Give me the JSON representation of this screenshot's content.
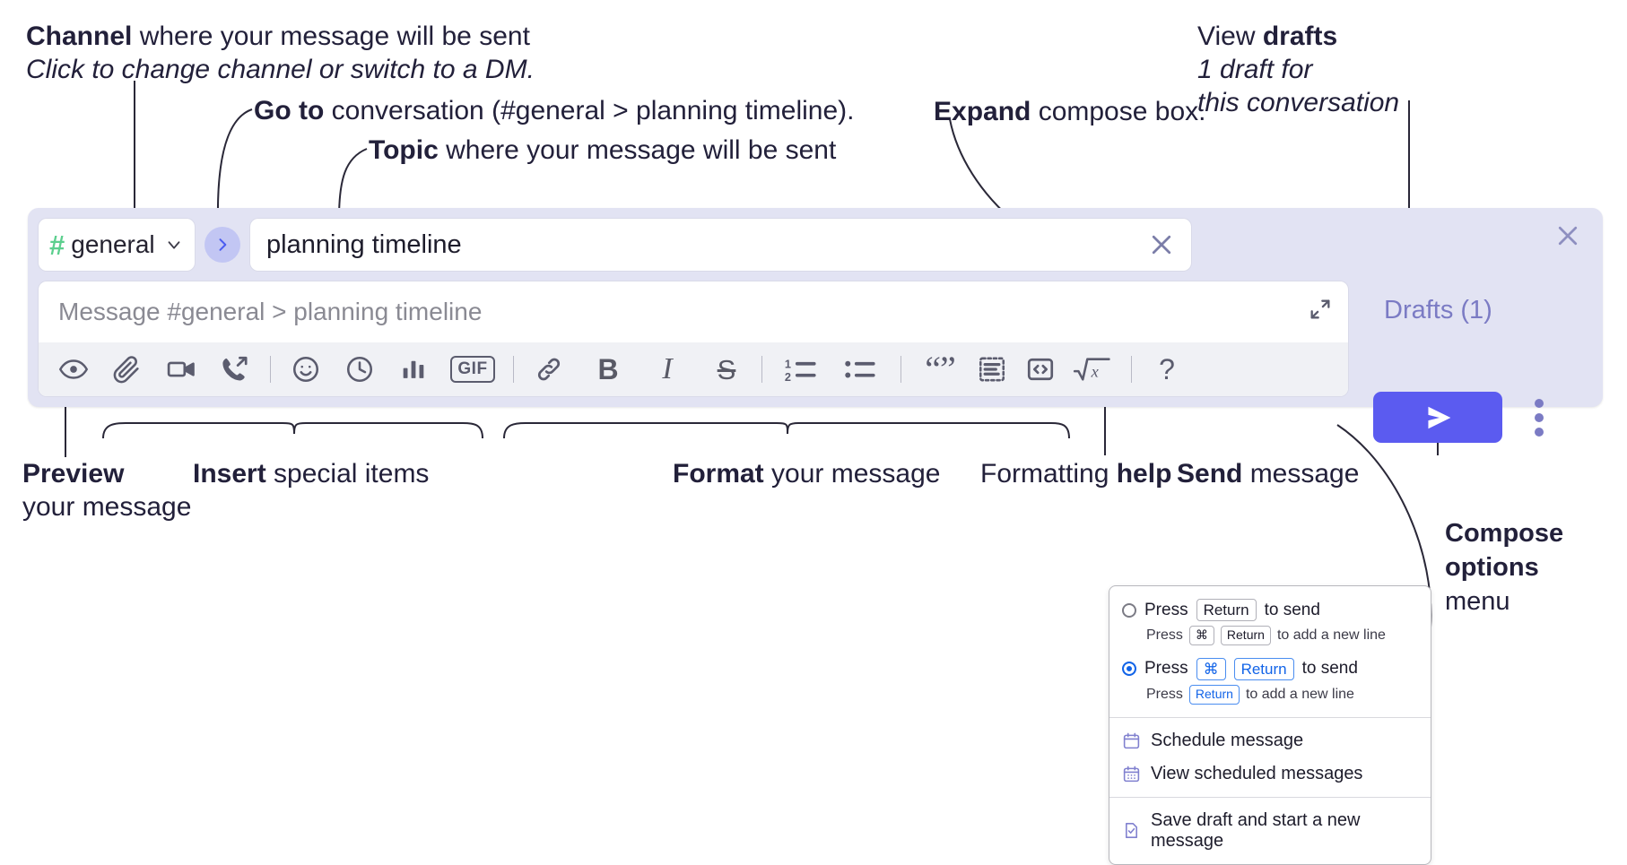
{
  "annotations": {
    "channel": {
      "bold": "Channel",
      "rest": " where your message will be sent",
      "sub": "Click to change channel or switch to a DM."
    },
    "goto": {
      "bold": "Go to",
      "rest": " conversation (#general > planning timeline)."
    },
    "topic": {
      "bold": "Topic",
      "rest": " where your message will be sent"
    },
    "expand": {
      "bold": "Expand",
      "rest": " compose box."
    },
    "drafts": {
      "pre": "View ",
      "bold": "drafts",
      "sub1": "1 draft for",
      "sub2": "this conversation"
    },
    "preview": {
      "bold": "Preview",
      "sub": "your message"
    },
    "insert": {
      "bold": "Insert",
      "rest": " special items"
    },
    "format": {
      "bold": "Format",
      "rest": " your message"
    },
    "formatting_help": {
      "pre": "Formatting ",
      "bold": "help"
    },
    "send": {
      "bold": "Send",
      "rest": " message"
    },
    "compose_options": {
      "bold1": "Compose",
      "bold2": "options",
      "rest": "menu"
    }
  },
  "compose": {
    "channel_name": "general",
    "channel_hash": "#",
    "topic_value": "planning timeline",
    "message_placeholder": "Message #general > planning timeline",
    "drafts_label": "Drafts (1)",
    "toolbar": [
      {
        "name": "preview-icon",
        "label": ""
      },
      {
        "name": "attachment-icon",
        "label": ""
      },
      {
        "name": "video-icon",
        "label": ""
      },
      {
        "name": "call-icon",
        "label": ""
      },
      {
        "name": "emoji-icon",
        "label": ""
      },
      {
        "name": "reminder-clock-icon",
        "label": ""
      },
      {
        "name": "poll-chart-icon",
        "label": ""
      },
      {
        "name": "gif-icon",
        "label": "GIF"
      },
      {
        "name": "link-icon",
        "label": ""
      },
      {
        "name": "bold-icon",
        "label": "B"
      },
      {
        "name": "italic-icon",
        "label": "I"
      },
      {
        "name": "strikethrough-icon",
        "label": "S"
      },
      {
        "name": "ordered-list-icon",
        "label": ""
      },
      {
        "name": "bulleted-list-icon",
        "label": ""
      },
      {
        "name": "blockquote-icon",
        "label": "“”"
      },
      {
        "name": "code-block-icon",
        "label": ""
      },
      {
        "name": "inline-code-icon",
        "label": "<>"
      },
      {
        "name": "latex-icon",
        "label": "√x"
      },
      {
        "name": "formatting-help-icon",
        "label": "?"
      }
    ]
  },
  "options_menu": {
    "send_options": [
      {
        "selected": false,
        "press": "Press",
        "keys": [
          "Return"
        ],
        "action": "to send",
        "sub_press": "Press",
        "sub_keys": [
          "⌘",
          "Return"
        ],
        "sub_action": "to add a new line"
      },
      {
        "selected": true,
        "press": "Press",
        "keys": [
          "⌘",
          "Return"
        ],
        "action": "to send",
        "sub_press": "Press",
        "sub_keys": [
          "Return"
        ],
        "sub_action": "to add a new line"
      }
    ],
    "items": [
      {
        "icon": "calendar-schedule-icon",
        "label": "Schedule message"
      },
      {
        "icon": "calendar-grid-icon",
        "label": "View scheduled messages"
      },
      {
        "icon": "save-draft-icon",
        "label": "Save draft and start a new message"
      }
    ]
  },
  "colors": {
    "panel_bg": "#e2e3f3",
    "send_button": "#5b5bf0",
    "channel_hash_green": "#5ccf8e",
    "drafts_purple": "#7b7bc4",
    "radio_blue": "#1264e8",
    "menu_icon_purple": "#8080cf"
  }
}
